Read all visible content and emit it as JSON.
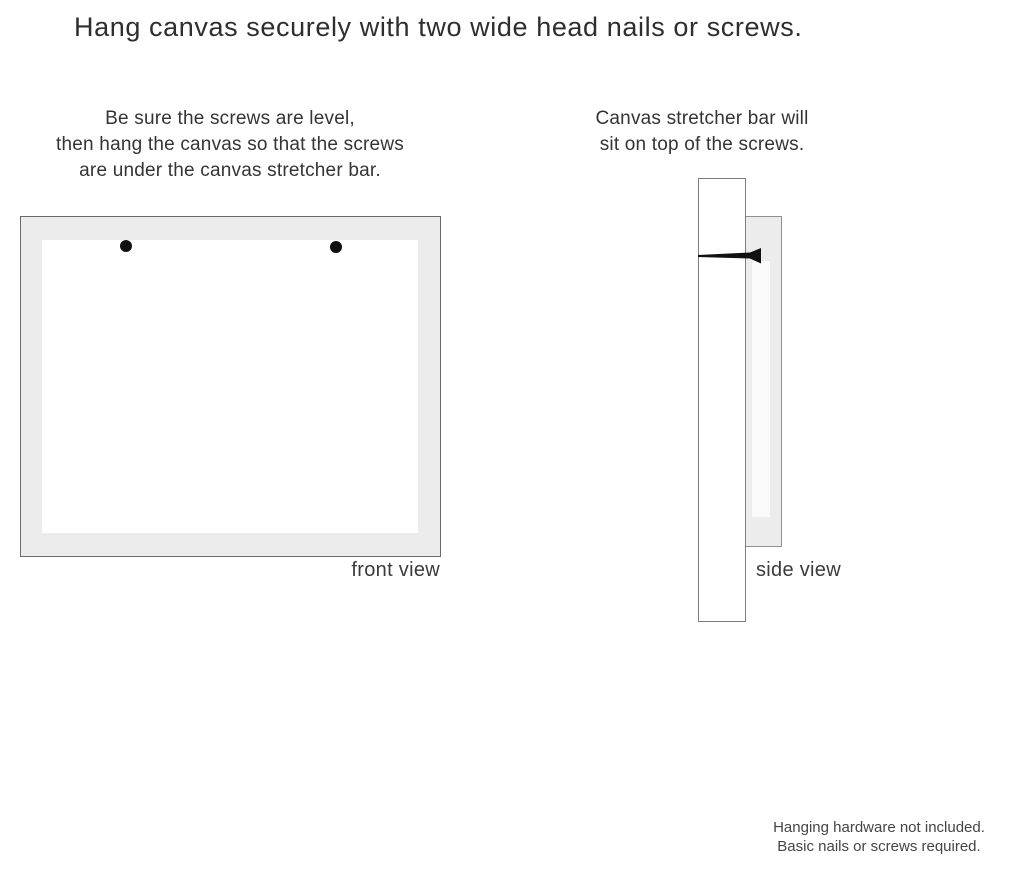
{
  "title": "Hang canvas securely with two wide head nails or screws.",
  "front_view": {
    "instructions": {
      "line1": "Be sure the screws are level,",
      "line2": "then hang the canvas so that the screws",
      "line3": "are under the canvas stretcher bar."
    },
    "label": "front view",
    "nail_count": 2
  },
  "side_view": {
    "instructions": {
      "line1": "Canvas stretcher bar will",
      "line2": "sit on top of the screws."
    },
    "label": "side view"
  },
  "footnote": {
    "line1": "Hanging hardware not included.",
    "line2": "Basic nails or screws required."
  },
  "colors": {
    "canvas_fill": "#ececec",
    "frame_border": "#6a6a6a",
    "side_border": "#909090",
    "nail": "#111111",
    "text": "#3b3b3b"
  }
}
